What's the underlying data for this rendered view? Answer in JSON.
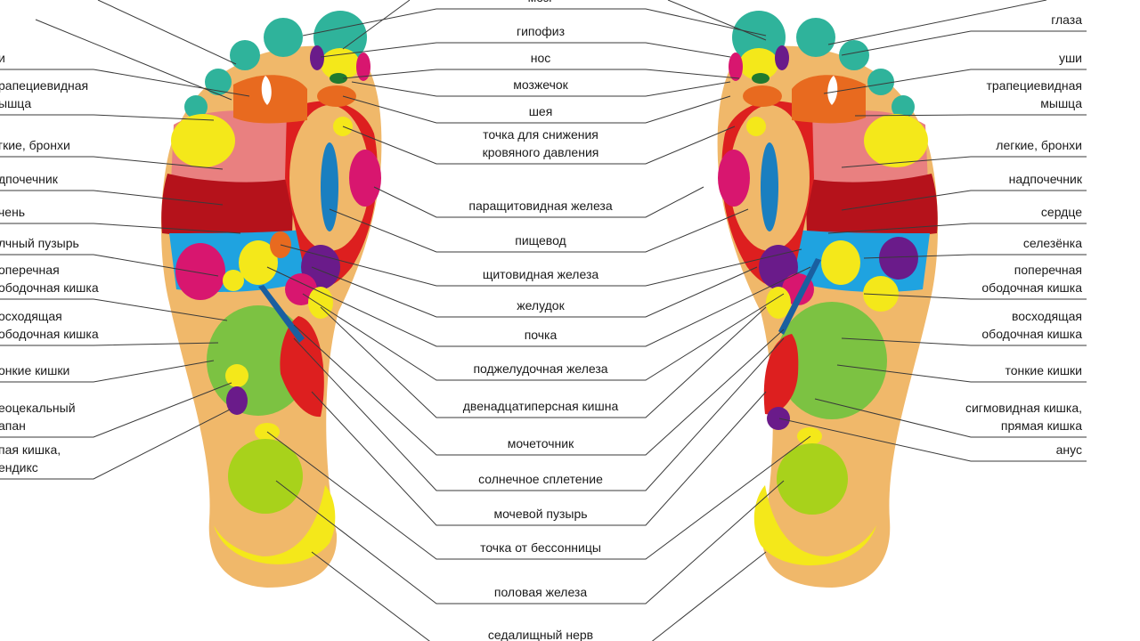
{
  "center_labels": [
    {
      "id": "brain",
      "lines": [
        "мозг"
      ]
    },
    {
      "id": "pituitary",
      "lines": [
        "гипофиз"
      ]
    },
    {
      "id": "nose",
      "lines": [
        "нос"
      ]
    },
    {
      "id": "cerebellum",
      "lines": [
        "мозжечок"
      ]
    },
    {
      "id": "neck",
      "lines": [
        "шея"
      ]
    },
    {
      "id": "blood-pressure",
      "lines": [
        "точка для снижения",
        "кровяного давления"
      ]
    },
    {
      "id": "parathyroid",
      "lines": [
        "паращитовидная железа"
      ]
    },
    {
      "id": "esophagus",
      "lines": [
        "пищевод"
      ]
    },
    {
      "id": "thyroid",
      "lines": [
        "щитовидная железа"
      ]
    },
    {
      "id": "stomach",
      "lines": [
        "желудок"
      ]
    },
    {
      "id": "kidney",
      "lines": [
        "почка"
      ]
    },
    {
      "id": "pancreas",
      "lines": [
        "поджелудочная железа"
      ]
    },
    {
      "id": "duodenum",
      "lines": [
        "двенадцатиперсная кишна"
      ]
    },
    {
      "id": "ureter",
      "lines": [
        "мочеточник"
      ]
    },
    {
      "id": "solar-plexus",
      "lines": [
        "солнечное сплетение"
      ]
    },
    {
      "id": "bladder",
      "lines": [
        "мочевой пузырь"
      ]
    },
    {
      "id": "insomnia",
      "lines": [
        "точка от бессонницы"
      ]
    },
    {
      "id": "gonad",
      "lines": [
        "половая железа"
      ]
    },
    {
      "id": "sciatic",
      "lines": [
        "седалищный нерв"
      ]
    }
  ],
  "right_labels": [
    {
      "id": "eyes",
      "lines": [
        "глаза"
      ]
    },
    {
      "id": "ears",
      "lines": [
        "уши"
      ]
    },
    {
      "id": "trapezius",
      "lines": [
        "трапециевидная",
        "мышца"
      ]
    },
    {
      "id": "lungs",
      "lines": [
        "легкие, бронхи"
      ]
    },
    {
      "id": "adrenal",
      "lines": [
        "надпочечник"
      ]
    },
    {
      "id": "heart",
      "lines": [
        "сердце"
      ]
    },
    {
      "id": "spleen",
      "lines": [
        "селезёнка"
      ]
    },
    {
      "id": "transverse-colon",
      "lines": [
        "поперечная",
        "ободочная кишка"
      ]
    },
    {
      "id": "ascending-colon",
      "lines": [
        "восходящая",
        "ободочная кишка"
      ]
    },
    {
      "id": "small-intestine",
      "lines": [
        "тонкие кишки"
      ]
    },
    {
      "id": "sigmoid",
      "lines": [
        "сигмовидная кишка,",
        "прямая кишка"
      ]
    },
    {
      "id": "anus",
      "lines": [
        "анус"
      ]
    }
  ],
  "left_labels": [
    {
      "id": "left-ears",
      "lines": [
        "и"
      ]
    },
    {
      "id": "left-trapezius",
      "lines": [
        "рапециевидная",
        "ышца"
      ]
    },
    {
      "id": "left-lungs",
      "lines": [
        "гкие, бронхи"
      ]
    },
    {
      "id": "left-adrenal",
      "lines": [
        "дпочечник"
      ]
    },
    {
      "id": "left-liver",
      "lines": [
        "чень"
      ]
    },
    {
      "id": "left-gallbladder",
      "lines": [
        "лчный пузырь"
      ]
    },
    {
      "id": "left-transverse",
      "lines": [
        "оперечная",
        "ободочная кишка"
      ]
    },
    {
      "id": "left-ascending",
      "lines": [
        "осходящая",
        "ободочная кишка"
      ]
    },
    {
      "id": "left-small",
      "lines": [
        "онкие кишки"
      ]
    },
    {
      "id": "left-ileocecal",
      "lines": [
        "еоцекальный",
        "апан"
      ]
    },
    {
      "id": "left-appendix",
      "lines": [
        "пая кишка,",
        "ендикс"
      ]
    }
  ],
  "colors": {
    "skin": "#f0b86a",
    "toe": "#2fb39b",
    "yellow": "#f4e81a",
    "red": "#dd1f1f",
    "darkred": "#b5121b",
    "pink": "#e98080",
    "orange": "#e86a1f",
    "magenta": "#d8166f",
    "purple": "#6a1b8a",
    "blue": "#1fa3e0",
    "navy": "#1a5fa0",
    "green": "#7cc242",
    "lime": "#a8d21b",
    "darkgreen": "#1f7a2f",
    "line": "#3a3a3a"
  }
}
